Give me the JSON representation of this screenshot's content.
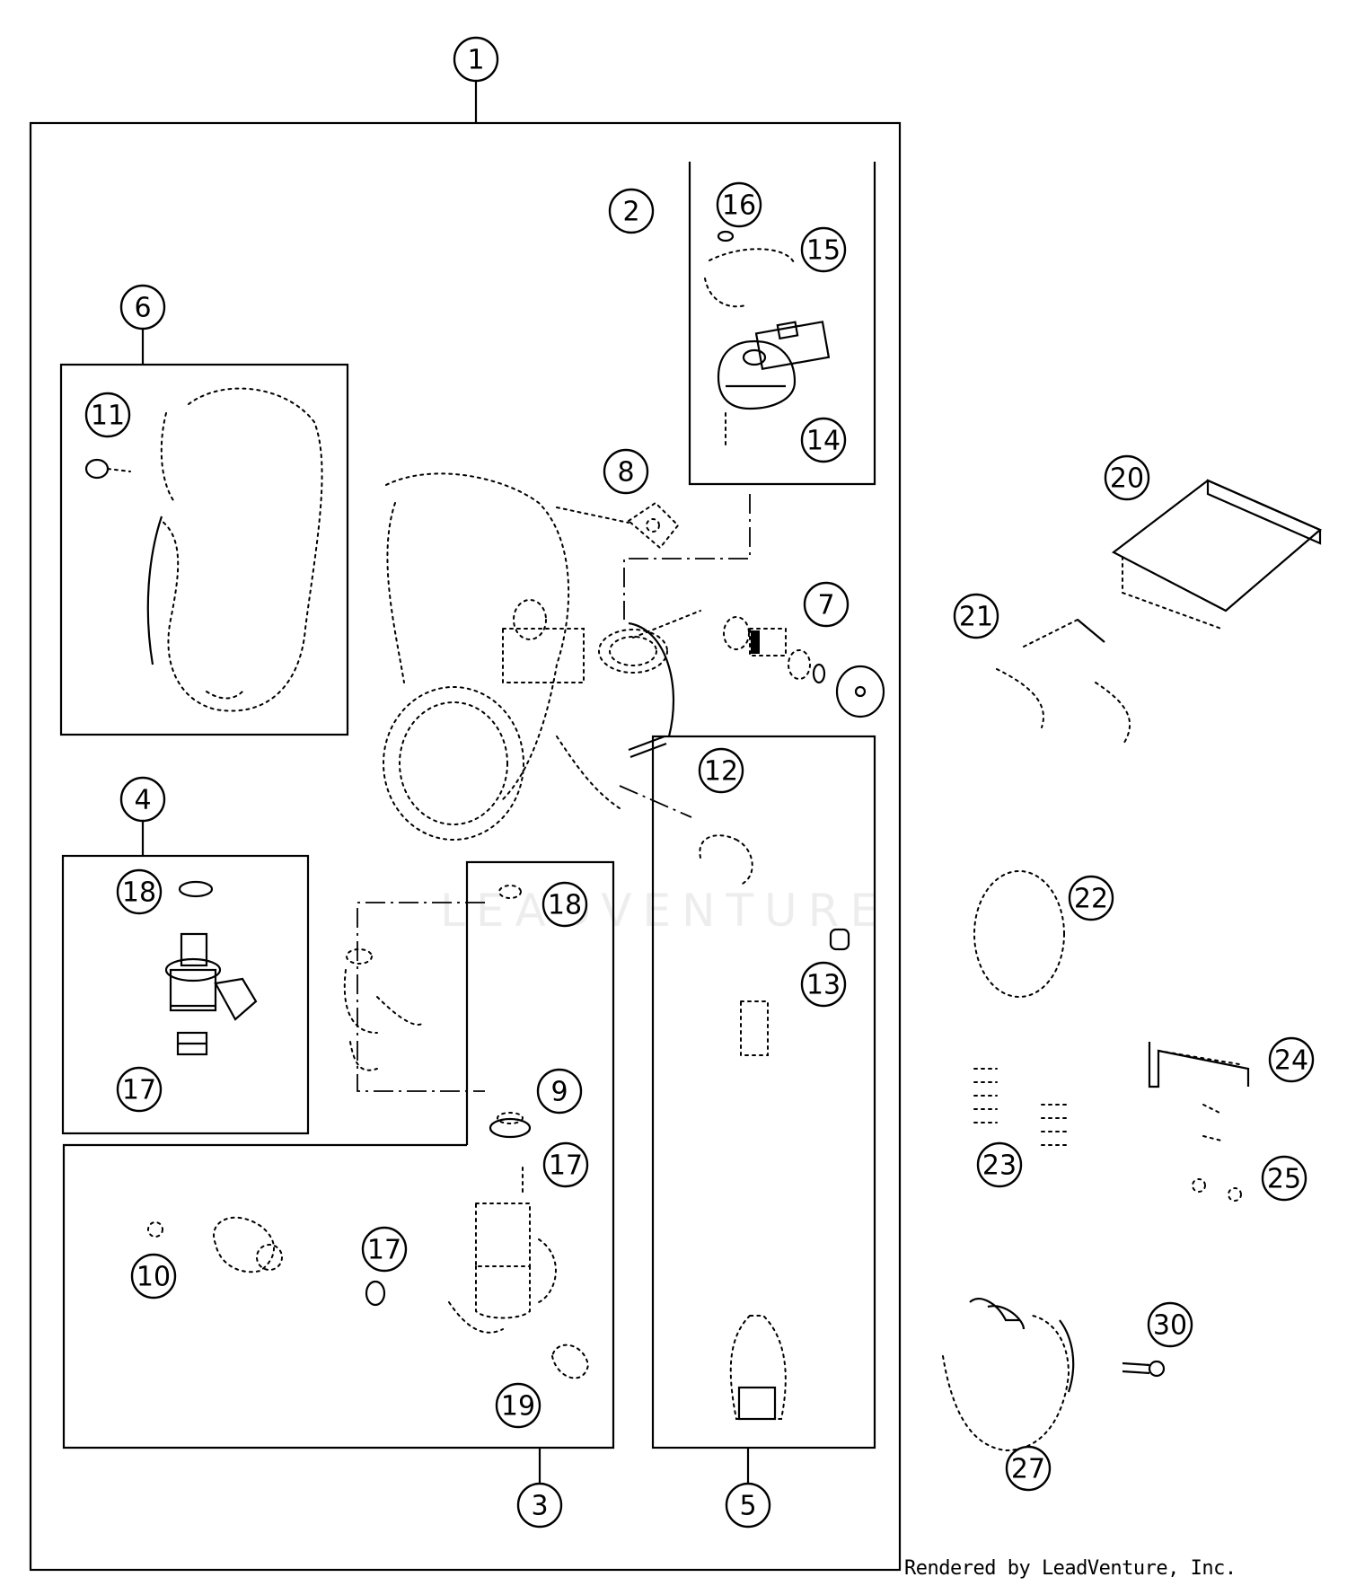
{
  "watermark": "LEADVENTURE",
  "credit": "Rendered by LeadVenture, Inc.",
  "callouts": [
    "1",
    "2",
    "3",
    "4",
    "5",
    "6",
    "7",
    "8",
    "9",
    "10",
    "11",
    "12",
    "13",
    "14",
    "15",
    "16",
    "17",
    "18",
    "19",
    "20",
    "21",
    "22",
    "23",
    "24",
    "25",
    "27",
    "30"
  ]
}
